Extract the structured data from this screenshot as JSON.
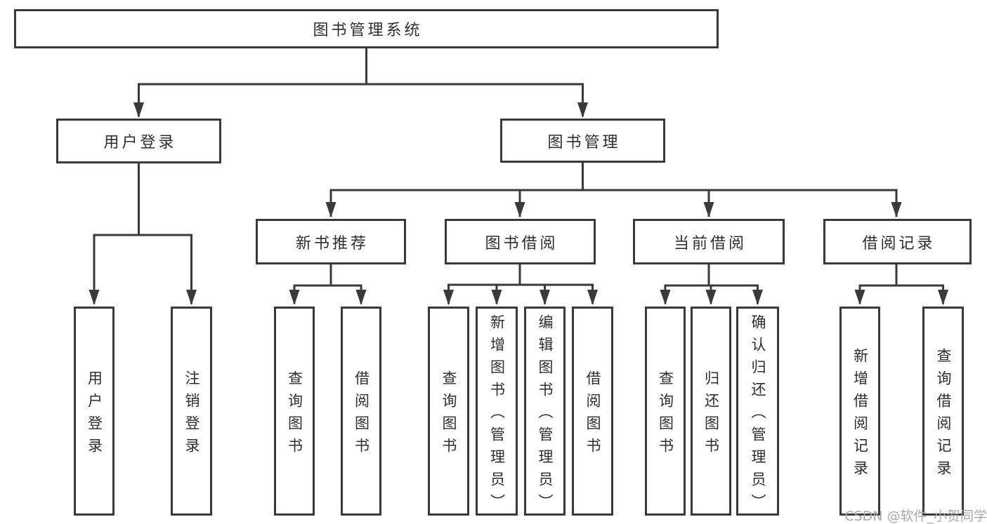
{
  "diagram": {
    "type": "hierarchy-tree",
    "title": "图书管理系统",
    "tree": {
      "label": "图书管理系统",
      "children": [
        {
          "label": "用户登录",
          "children": [
            {
              "label": "用户登录"
            },
            {
              "label": "注销登录"
            }
          ]
        },
        {
          "label": "图书管理",
          "children": [
            {
              "label": "新书推荐",
              "children": [
                {
                  "label": "查询图书"
                },
                {
                  "label": "借阅图书"
                }
              ]
            },
            {
              "label": "图书借阅",
              "children": [
                {
                  "label": "查询图书"
                },
                {
                  "label": "新增图书（管理员）"
                },
                {
                  "label": "编辑图书（管理员）"
                },
                {
                  "label": "借阅图书"
                }
              ]
            },
            {
              "label": "当前借阅",
              "children": [
                {
                  "label": "查询图书"
                },
                {
                  "label": "归还图书"
                },
                {
                  "label": "确认归还（管理员）"
                }
              ]
            },
            {
              "label": "借阅记录",
              "children": [
                {
                  "label": "新增借阅记录"
                },
                {
                  "label": "查询借阅记录"
                }
              ]
            }
          ]
        }
      ]
    }
  },
  "watermark": {
    "text": "CSDN @软件_小贺同学"
  },
  "colors": {
    "line": "#3a3a3a",
    "box_border": "#3a3a3a",
    "text": "#2e2e2e",
    "background": "#ffffff",
    "watermark": "#a9a9a9"
  }
}
